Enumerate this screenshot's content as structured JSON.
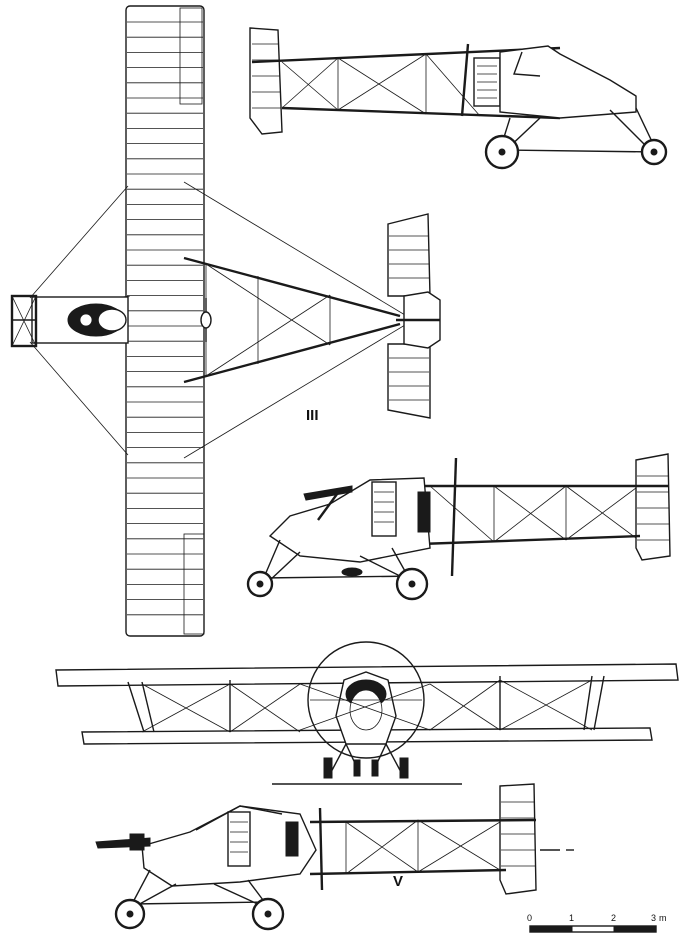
{
  "views": {
    "label_iii": "III",
    "label_v": "V"
  },
  "scale_bar": {
    "ticks": [
      "0",
      "1",
      "2",
      "3"
    ],
    "unit": "m"
  },
  "colors": {
    "ink": "#1a1a1a",
    "paper": "#ffffff"
  }
}
